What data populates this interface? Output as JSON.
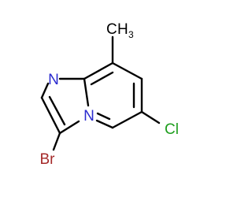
{
  "structure": {
    "labels": {
      "n_imine": "N",
      "n_bridge": "N",
      "bromine": "Br",
      "chlorine": "Cl",
      "methyl_c": "C",
      "methyl_h": "H",
      "methyl_count": "3"
    },
    "colors": {
      "bond": "#000000",
      "nitrogen": "#2B2BCF",
      "bromine": "#A52A2A",
      "chlorine": "#1E9E1E",
      "carbon_label": "#000000"
    }
  }
}
